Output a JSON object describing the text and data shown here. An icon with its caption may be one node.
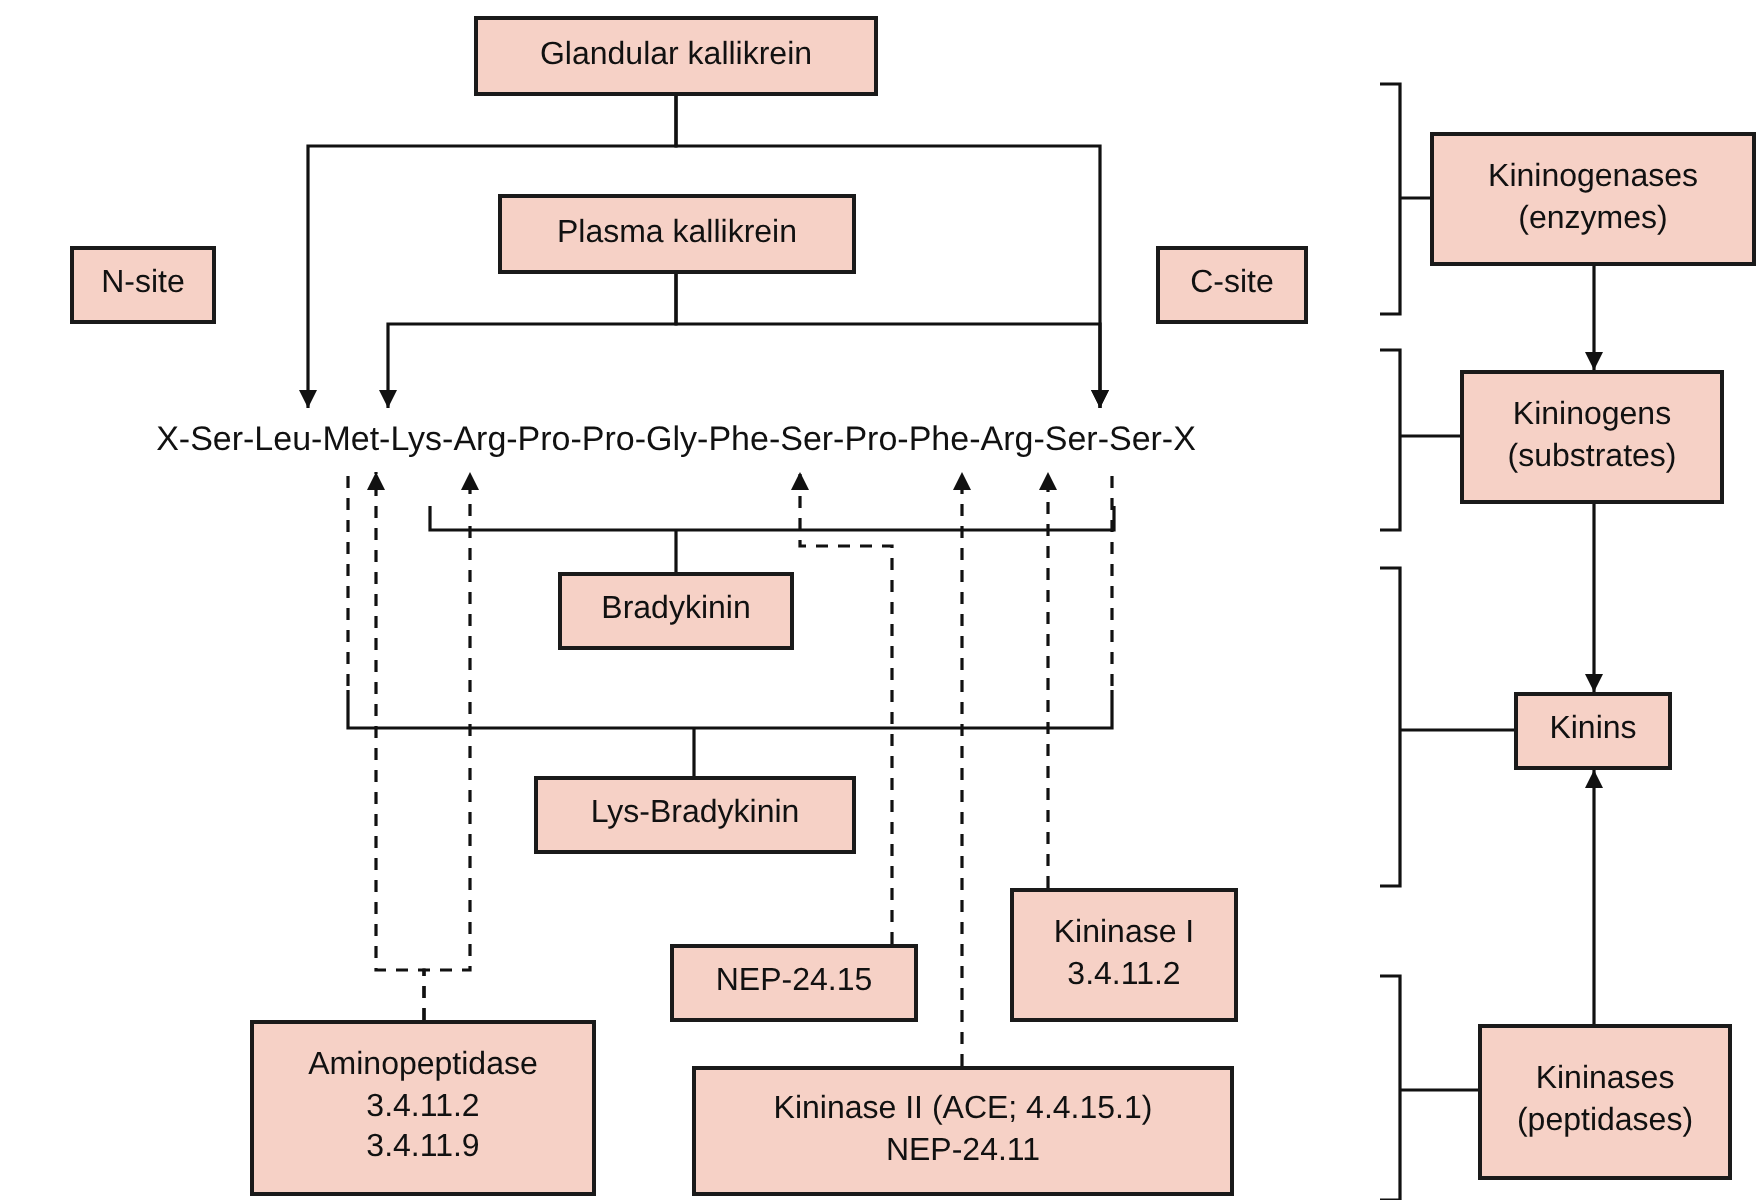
{
  "diagram": {
    "nodes": [
      {
        "text": [
          "Glandular kallikrein"
        ]
      },
      {
        "text": [
          "Plasma kallikrein"
        ]
      },
      {
        "text": [
          "N-site"
        ]
      },
      {
        "text": [
          "C-site"
        ]
      },
      {
        "text": [
          "Kininogenases",
          "(enzymes)"
        ]
      },
      {
        "text": [
          "X-Ser-Leu-Met-Lys-Arg-Pro-Pro-Gly-Phe-Ser-Pro-Phe-Arg-Ser-Ser-X"
        ]
      },
      {
        "text": [
          "Kininogens",
          "(substrates)"
        ]
      },
      {
        "text": [
          "Bradykinin"
        ]
      },
      {
        "text": [
          "Lys-Bradykinin"
        ]
      },
      {
        "text": [
          "Kininase I",
          "3.4.11.2"
        ]
      },
      {
        "text": [
          "Kinins"
        ]
      },
      {
        "text": [
          "NEP-24.15"
        ]
      },
      {
        "text": [
          "Aminopeptidase",
          "3.4.11.2",
          "3.4.11.9"
        ]
      },
      {
        "text": [
          "Kininase II (ACE; 4.4.15.1)",
          "NEP-24.11"
        ]
      },
      {
        "text": [
          "Kininases",
          "(peptidases)"
        ]
      }
    ],
    "edges": [
      {
        "from": 0,
        "to": 5,
        "arrow": "to"
      },
      {
        "from": 0,
        "to": 5,
        "arrow": "to"
      },
      {
        "from": 1,
        "to": 5,
        "arrow": "to"
      },
      {
        "from": 1,
        "to": 5,
        "arrow": "to"
      },
      {
        "from": 12,
        "to": 5,
        "arrow": "to",
        "style": "dashed"
      },
      {
        "from": 12,
        "to": 5,
        "arrow": "to",
        "style": "dashed"
      },
      {
        "from": 11,
        "to": 5,
        "arrow": "to",
        "style": "dashed"
      },
      {
        "from": 13,
        "to": 5,
        "arrow": "to",
        "style": "dashed"
      },
      {
        "from": 9,
        "to": 5,
        "arrow": "to",
        "style": "dashed"
      },
      {
        "from": 4,
        "to": 6,
        "arrow": "to"
      },
      {
        "from": 6,
        "to": 10,
        "arrow": "to"
      },
      {
        "from": 14,
        "to": 10,
        "arrow": "to"
      }
    ]
  }
}
